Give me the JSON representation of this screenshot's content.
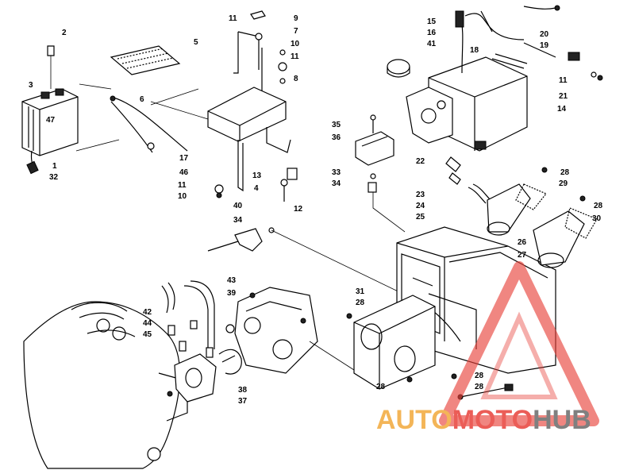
{
  "callouts": [
    {
      "id": "c1",
      "label": "1"
    },
    {
      "id": "c2",
      "label": "2"
    },
    {
      "id": "c3",
      "label": "3"
    },
    {
      "id": "c4",
      "label": "4"
    },
    {
      "id": "c5",
      "label": "5"
    },
    {
      "id": "c6",
      "label": "6"
    },
    {
      "id": "c7",
      "label": "7"
    },
    {
      "id": "c8",
      "label": "8"
    },
    {
      "id": "c9",
      "label": "9"
    },
    {
      "id": "c10a",
      "label": "10"
    },
    {
      "id": "c10b",
      "label": "10"
    },
    {
      "id": "c11a",
      "label": "11"
    },
    {
      "id": "c11b",
      "label": "11"
    },
    {
      "id": "c11c",
      "label": "11"
    },
    {
      "id": "c11d",
      "label": "11"
    },
    {
      "id": "c12",
      "label": "12"
    },
    {
      "id": "c13",
      "label": "13"
    },
    {
      "id": "c14",
      "label": "14"
    },
    {
      "id": "c15",
      "label": "15"
    },
    {
      "id": "c16",
      "label": "16"
    },
    {
      "id": "c17",
      "label": "17"
    },
    {
      "id": "c18",
      "label": "18"
    },
    {
      "id": "c19",
      "label": "19"
    },
    {
      "id": "c20",
      "label": "20"
    },
    {
      "id": "c21",
      "label": "21"
    },
    {
      "id": "c22",
      "label": "22"
    },
    {
      "id": "c23",
      "label": "23"
    },
    {
      "id": "c24",
      "label": "24"
    },
    {
      "id": "c25",
      "label": "25"
    },
    {
      "id": "c26",
      "label": "26"
    },
    {
      "id": "c27",
      "label": "27"
    },
    {
      "id": "c28a",
      "label": "28"
    },
    {
      "id": "c28b",
      "label": "28"
    },
    {
      "id": "c28c",
      "label": "28"
    },
    {
      "id": "c28d",
      "label": "28"
    },
    {
      "id": "c28e",
      "label": "28"
    },
    {
      "id": "c28f",
      "label": "28"
    },
    {
      "id": "c29",
      "label": "29"
    },
    {
      "id": "c30",
      "label": "30"
    },
    {
      "id": "c31",
      "label": "31"
    },
    {
      "id": "c32",
      "label": "32"
    },
    {
      "id": "c33",
      "label": "33"
    },
    {
      "id": "c34a",
      "label": "34"
    },
    {
      "id": "c34b",
      "label": "34"
    },
    {
      "id": "c35",
      "label": "35"
    },
    {
      "id": "c36",
      "label": "36"
    },
    {
      "id": "c37",
      "label": "37"
    },
    {
      "id": "c38",
      "label": "38"
    },
    {
      "id": "c39",
      "label": "39"
    },
    {
      "id": "c40",
      "label": "40"
    },
    {
      "id": "c41",
      "label": "41"
    },
    {
      "id": "c42",
      "label": "42"
    },
    {
      "id": "c43",
      "label": "43"
    },
    {
      "id": "c44",
      "label": "44"
    },
    {
      "id": "c45",
      "label": "45"
    },
    {
      "id": "c46",
      "label": "46"
    },
    {
      "id": "c47",
      "label": "47"
    }
  ],
  "watermark": {
    "part1": "AUTO",
    "part2": "MOTO",
    "part3": "HUB",
    "color_primary": "#f2a93b",
    "color_secondary": "#e8413a",
    "color_tertiary": "#6b6b6b"
  }
}
